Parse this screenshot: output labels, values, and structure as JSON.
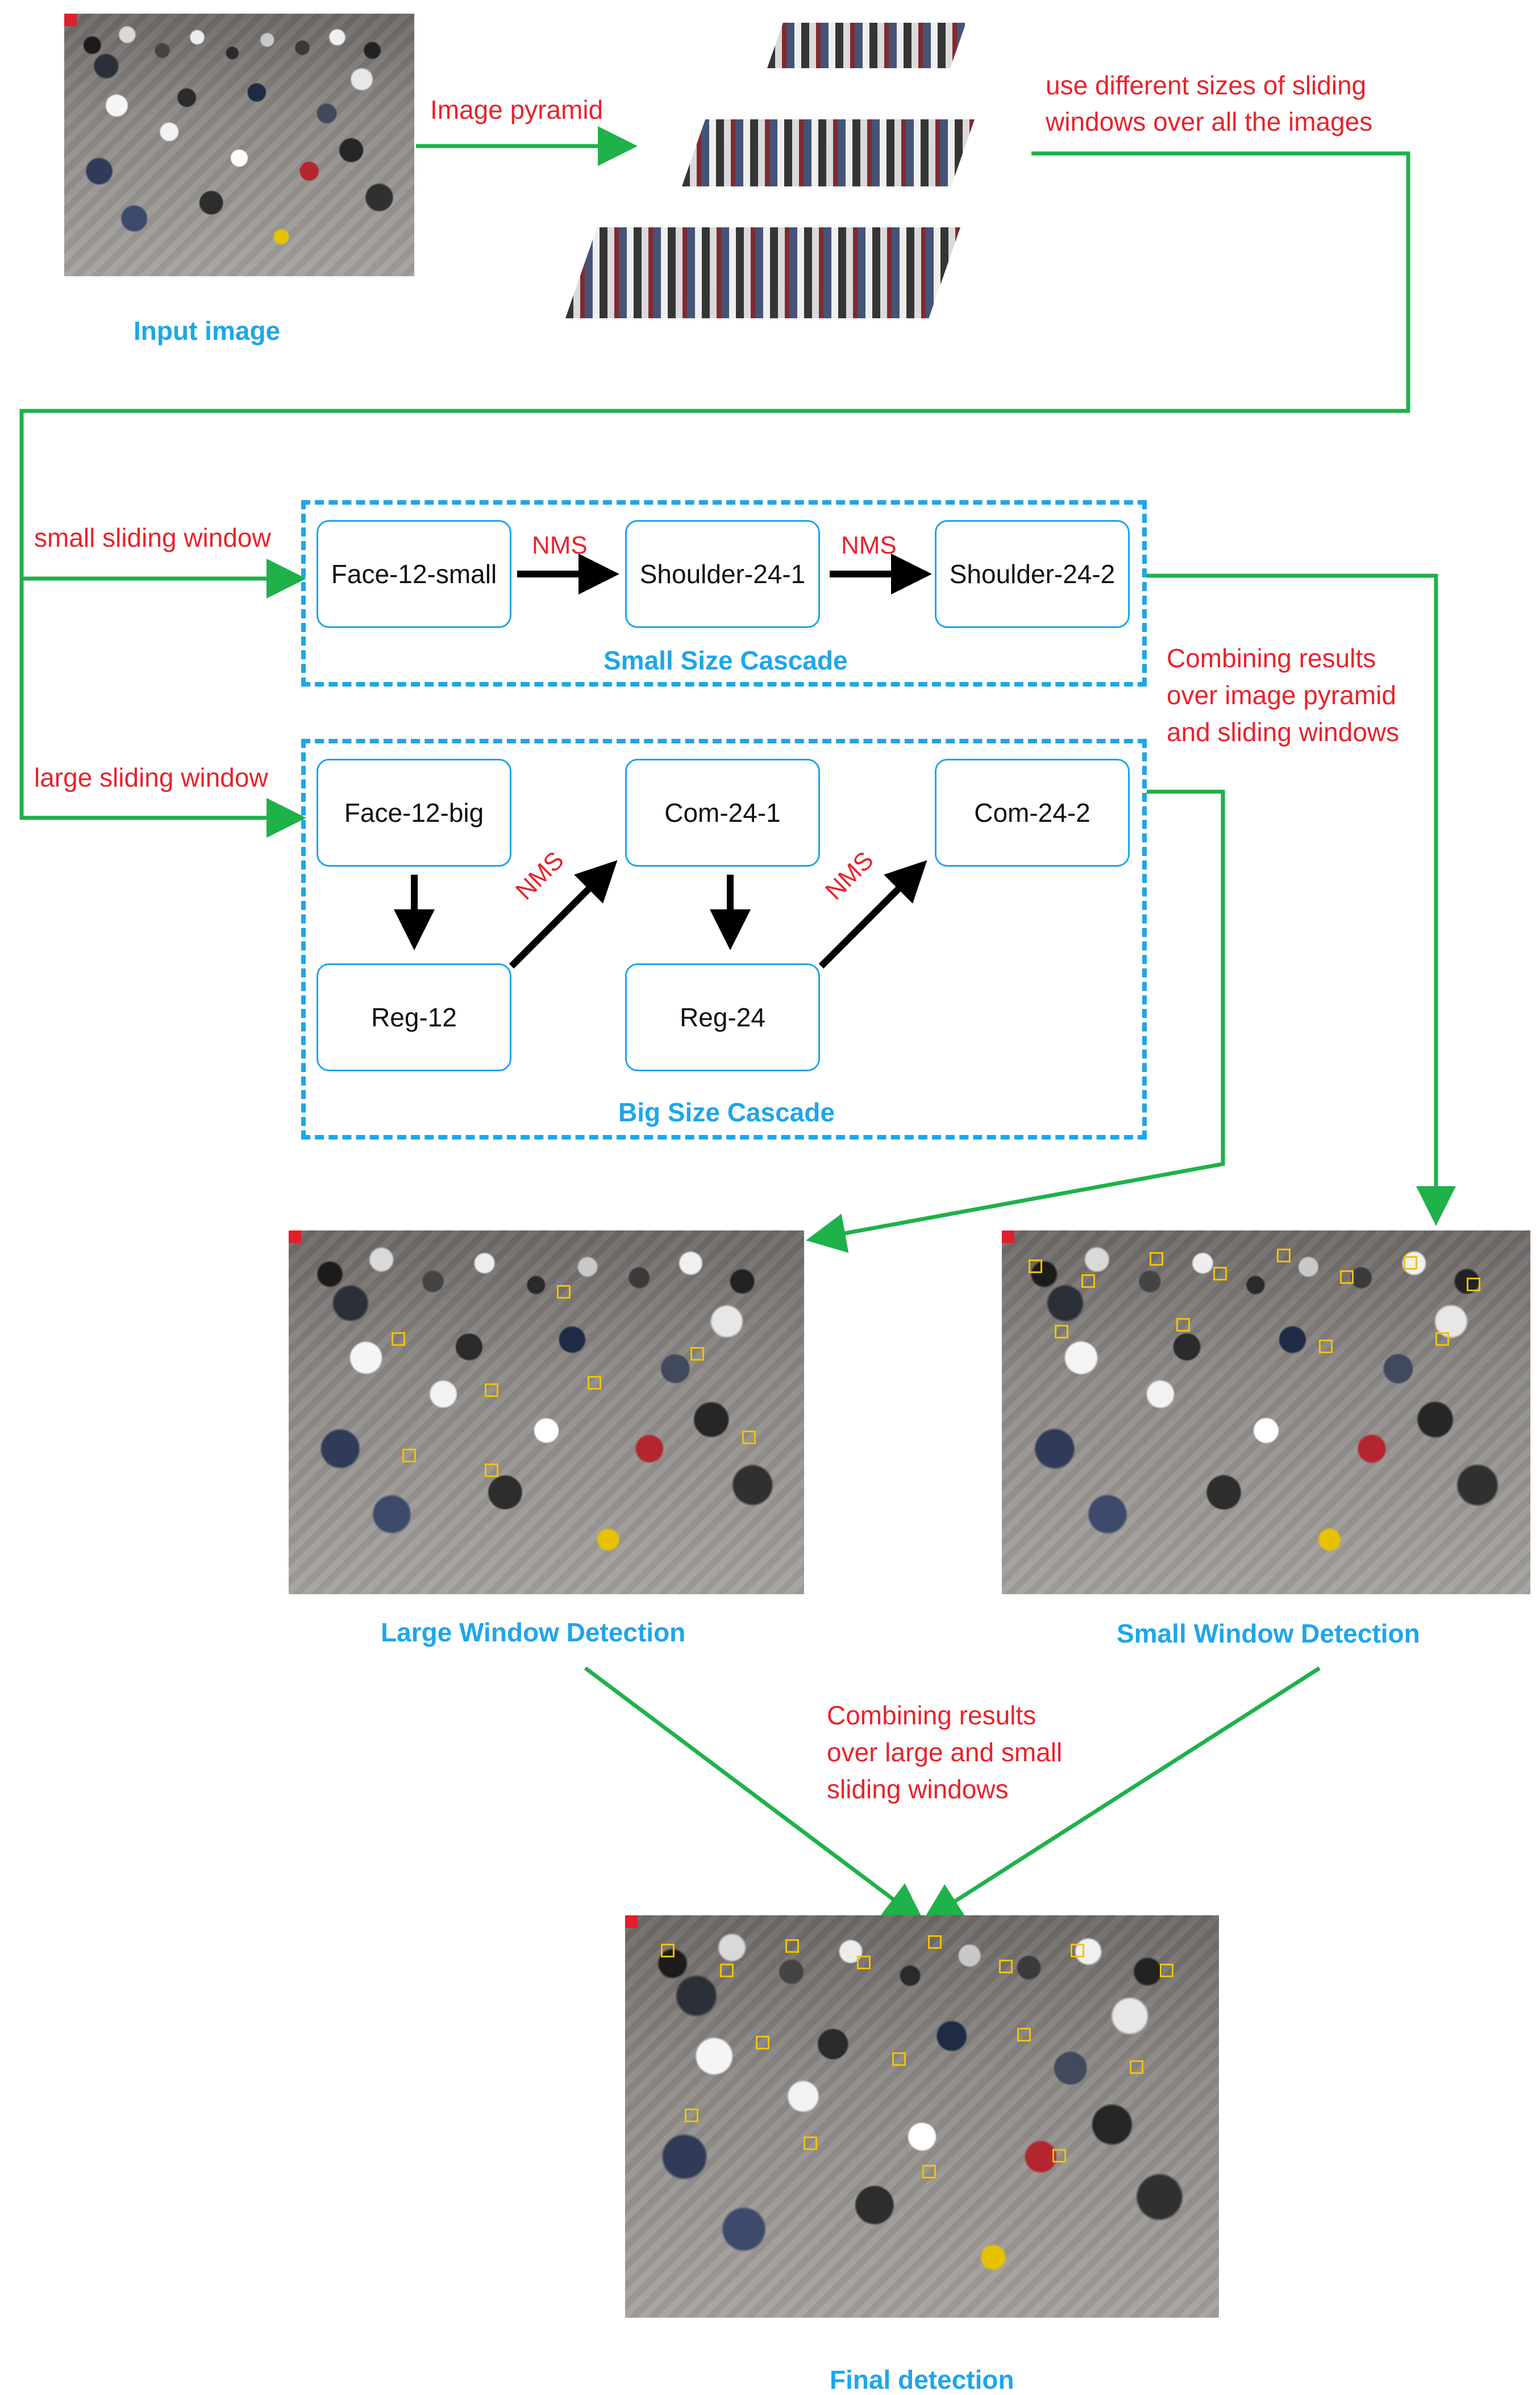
{
  "labels": {
    "input_image": "Input image",
    "image_pyramid": "Image pyramid",
    "sliding_note_1": "use different sizes of sliding",
    "sliding_note_2": "windows over all the images",
    "small_window": "small sliding window",
    "large_window": "large sliding window",
    "small_cascade": "Small Size Cascade",
    "big_cascade": "Big Size Cascade",
    "combine_pyr_1": "Combining results",
    "combine_pyr_2": "over image pyramid",
    "combine_pyr_3": "and sliding windows",
    "large_detection": "Large Window Detection",
    "small_detection": "Small Window Detection",
    "combine_ls_1": "Combining results",
    "combine_ls_2": "over large and small",
    "combine_ls_3": "sliding windows",
    "final_detection": "Final detection",
    "nms": "NMS"
  },
  "small_cascade_nodes": [
    "Face-12-small",
    "Shoulder-24-1",
    "Shoulder-24-2"
  ],
  "big_cascade_nodes": {
    "face": "Face-12-big",
    "com1": "Com-24-1",
    "com2": "Com-24-2",
    "reg12": "Reg-12",
    "reg24": "Reg-24"
  },
  "colors": {
    "annotation_red": "#e8232b",
    "caption_blue": "#1ea6e8",
    "connector_green": "#1fb14a",
    "detection_box": "#f2c200"
  }
}
